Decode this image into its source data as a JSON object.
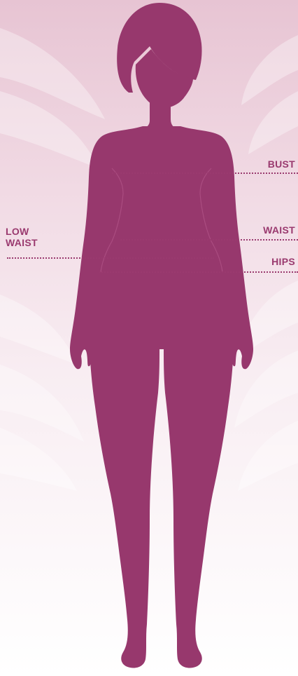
{
  "labels": {
    "bust": "BUST",
    "waist": "WAIST",
    "low_waist_line1": "LOW",
    "low_waist_line2": "WAIST",
    "hips": "HIPS"
  },
  "colors": {
    "figure": "#97386d",
    "accent": "#9a3a6f",
    "background_top": "#e7c4d3",
    "background_bottom": "#ffffff"
  }
}
